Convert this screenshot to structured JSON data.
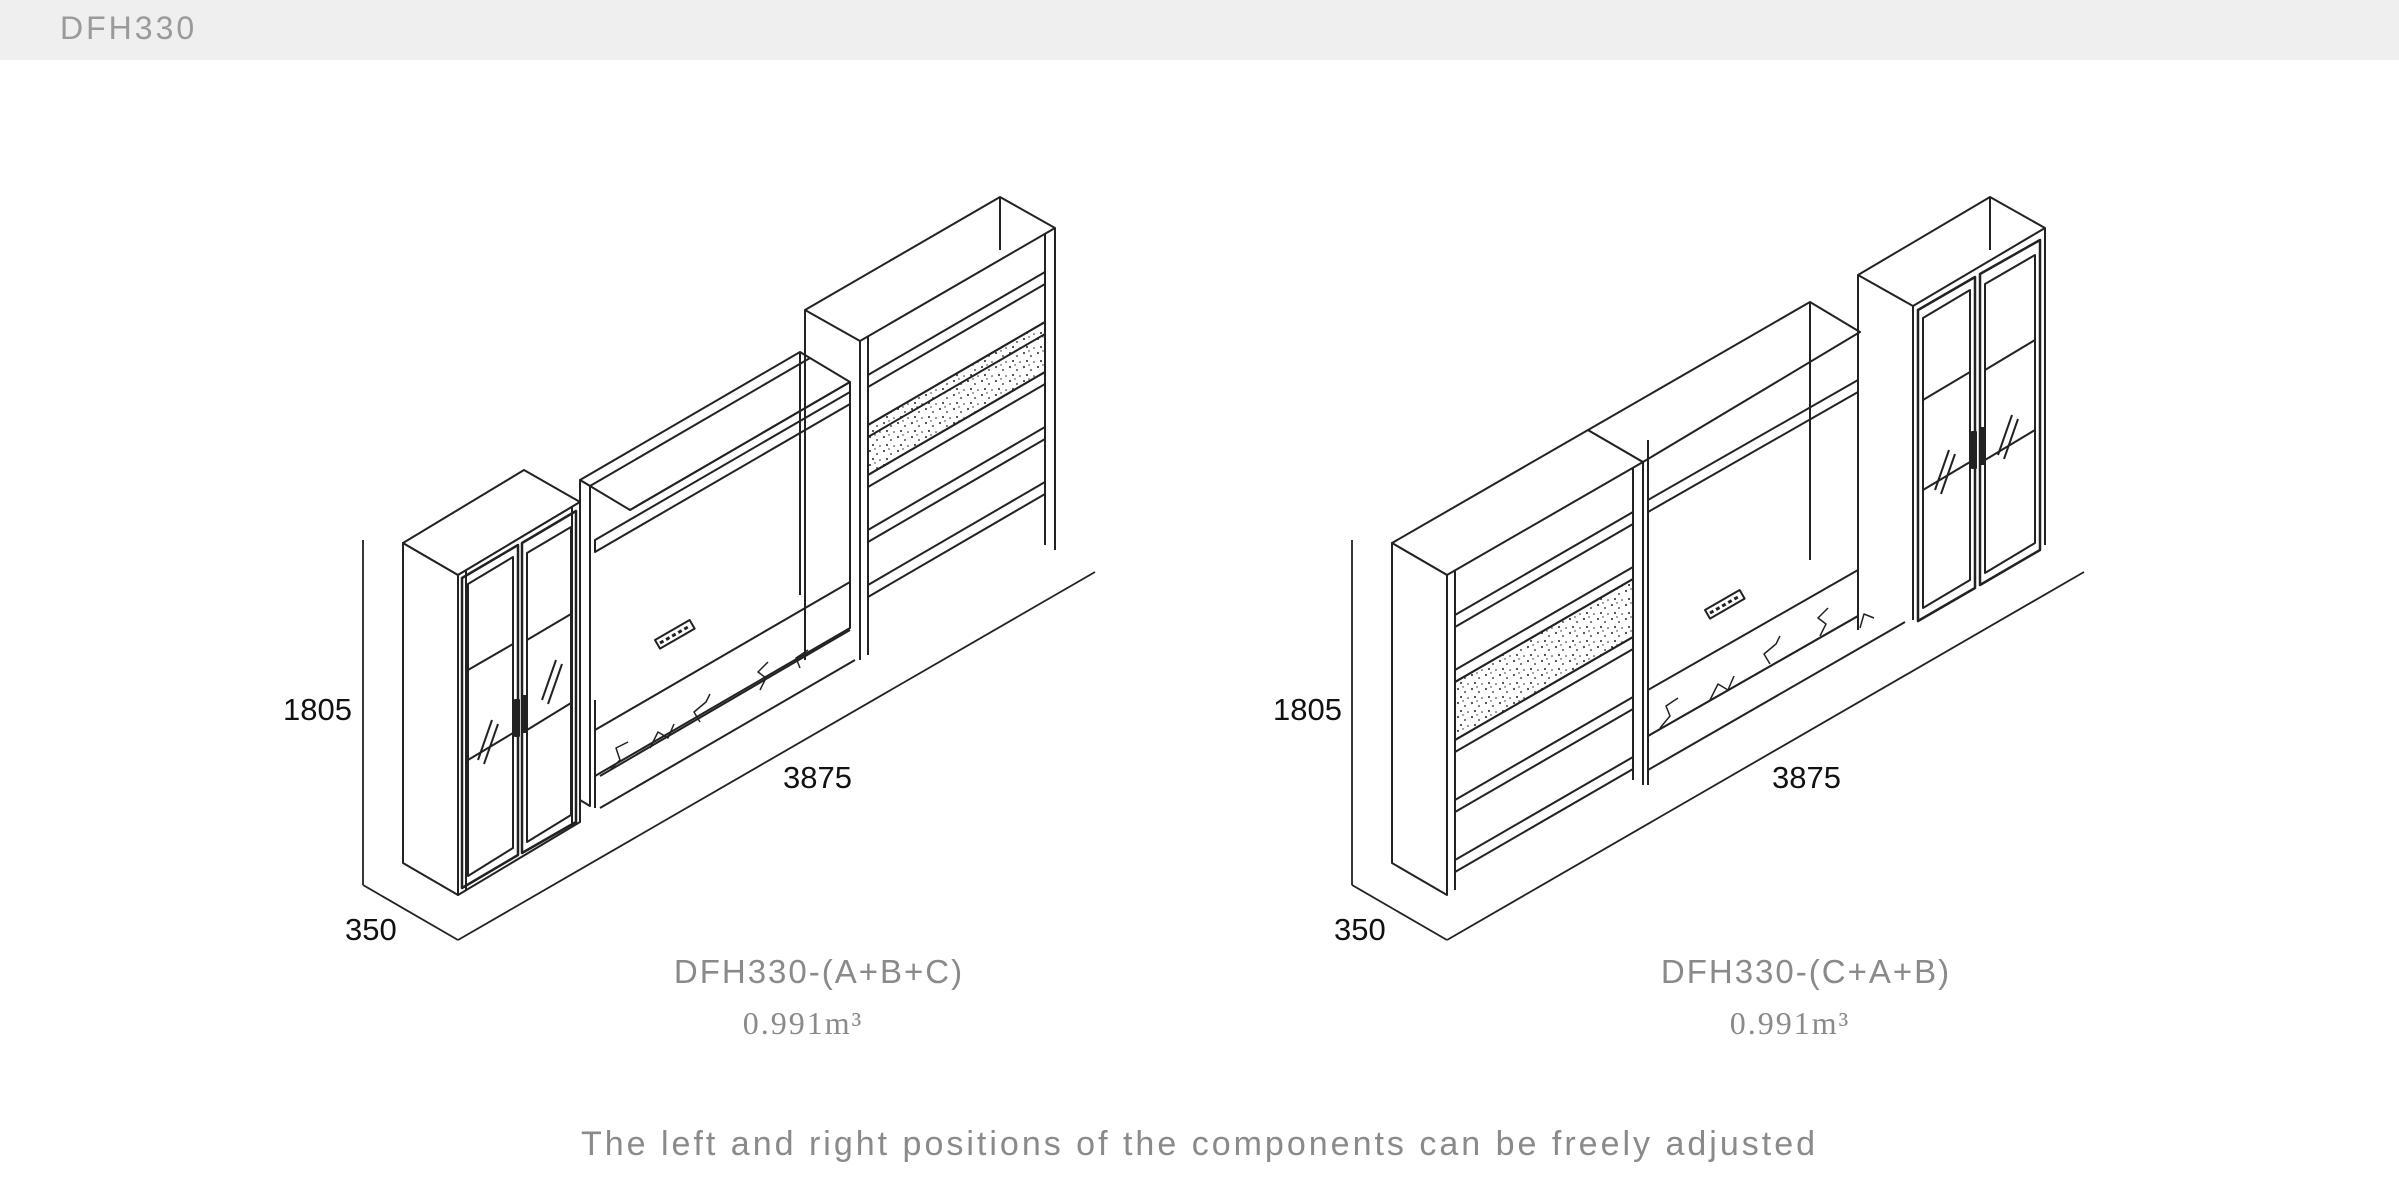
{
  "header": {
    "title": "DFH330"
  },
  "diagrams": [
    {
      "height": "1805",
      "width": "3875",
      "depth": "350",
      "model": "DFH330-(A+B+C)",
      "volume": "0.991m³"
    },
    {
      "height": "1805",
      "width": "3875",
      "depth": "350",
      "model": "DFH330-(C+A+B)",
      "volume": "0.991m³"
    }
  ],
  "footer": {
    "note": "The left and right positions of the components can be freely adjusted"
  }
}
